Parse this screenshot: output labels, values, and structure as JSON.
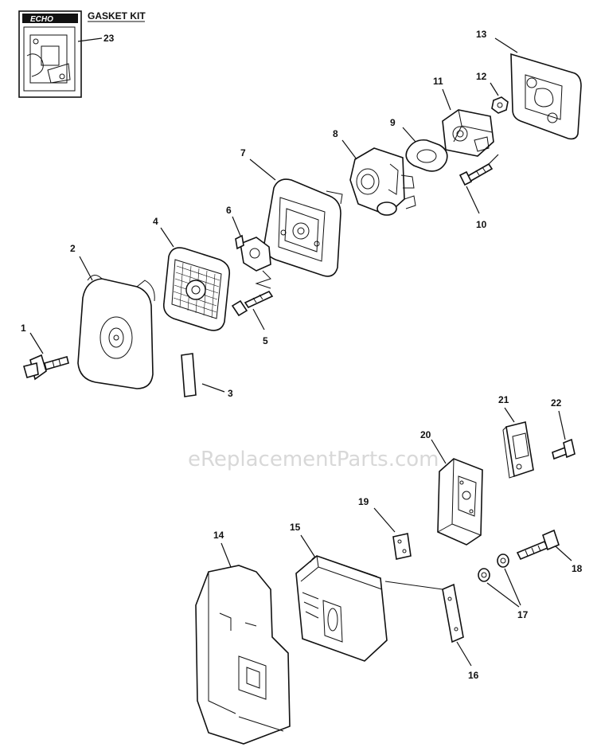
{
  "watermark": "eReplacementParts.com",
  "kit": {
    "brand": "ECHO",
    "title": "GASKET KIT",
    "number": "23"
  },
  "callouts": {
    "p1": "1",
    "p2": "2",
    "p3": "3",
    "p4": "4",
    "p5": "5",
    "p6": "6",
    "p7": "7",
    "p8": "8",
    "p9": "9",
    "p10": "10",
    "p11": "11",
    "p12": "12",
    "p13": "13",
    "p14": "14",
    "p15": "15",
    "p16": "16",
    "p17": "17",
    "p18": "18",
    "p19": "19",
    "p20": "20",
    "p21": "21",
    "p22": "22"
  }
}
